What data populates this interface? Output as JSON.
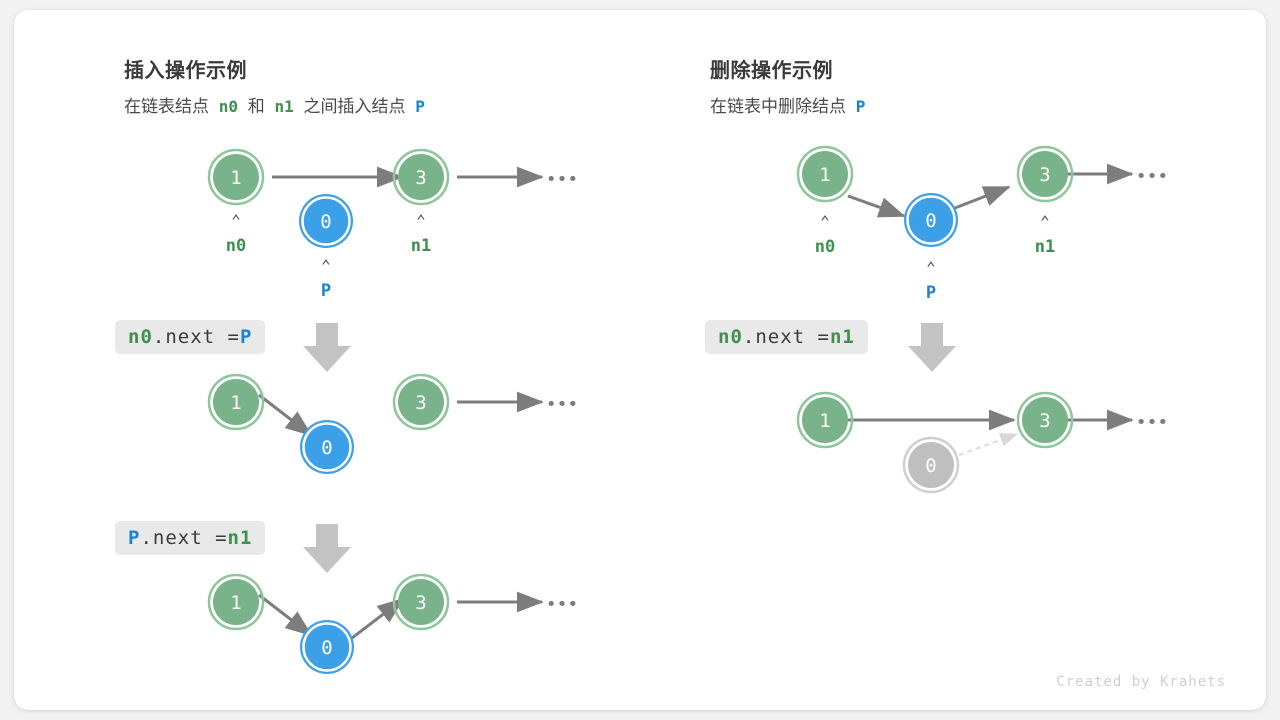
{
  "meta": {
    "watermark": "Created by Krahets",
    "colors": {
      "node_green_fill": "#79b389",
      "node_green_ring": "#8cc79a",
      "node_blue_fill": "#3ba0e8",
      "node_blue_ring": "#3ba0e8",
      "node_gray_fill": "#bfbfbf",
      "node_gray_ring": "#cfcfcf",
      "arrow_gray": "#7d7d7d",
      "label_green": "#3f8f50",
      "label_blue": "#1a82d2",
      "codebox_bg": "#e9e9e9",
      "card_bg": "#ffffff",
      "page_bg": "#f2f2f2"
    }
  },
  "panels": [
    {
      "id": "insert",
      "title": "插入操作示例",
      "subtitle": {
        "prefix": "在链表结点",
        "ref1": "n0",
        "mid": "和",
        "ref2": "n1",
        "suffix": "之间插入结点",
        "ref3": "P"
      },
      "steps": [
        {
          "id": "insert-step-1",
          "code": null,
          "nodes": [
            {
              "name": "node-1",
              "value": "1",
              "style": "green",
              "ptr": "n0",
              "ptr_color": "green"
            },
            {
              "name": "node-0",
              "value": "0",
              "style": "blue",
              "ptr": "P",
              "ptr_color": "blue"
            },
            {
              "name": "node-3",
              "value": "3",
              "style": "green",
              "ptr": "n1",
              "ptr_color": "green"
            }
          ],
          "ellipsis": "•••"
        },
        {
          "id": "insert-step-2",
          "code": {
            "tokens": [
              {
                "t": "n0",
                "c": "green"
              },
              {
                "t": ".next = ",
                "c": "plain"
              },
              {
                "t": "P",
                "c": "blue"
              }
            ]
          },
          "nodes": [
            {
              "name": "node-1",
              "value": "1",
              "style": "green"
            },
            {
              "name": "node-0",
              "value": "0",
              "style": "blue"
            },
            {
              "name": "node-3",
              "value": "3",
              "style": "green"
            }
          ],
          "ellipsis": "•••"
        },
        {
          "id": "insert-step-3",
          "code": {
            "tokens": [
              {
                "t": "P",
                "c": "blue"
              },
              {
                "t": ".next = ",
                "c": "plain"
              },
              {
                "t": "n1",
                "c": "green"
              }
            ]
          },
          "nodes": [
            {
              "name": "node-1",
              "value": "1",
              "style": "green"
            },
            {
              "name": "node-0",
              "value": "0",
              "style": "blue"
            },
            {
              "name": "node-3",
              "value": "3",
              "style": "green"
            }
          ],
          "ellipsis": "•••"
        }
      ]
    },
    {
      "id": "delete",
      "title": "删除操作示例",
      "subtitle": {
        "prefix": "在链表中删除结点",
        "ref1": "P"
      },
      "steps": [
        {
          "id": "delete-step-1",
          "code": null,
          "nodes": [
            {
              "name": "node-1",
              "value": "1",
              "style": "green",
              "ptr": "n0",
              "ptr_color": "green"
            },
            {
              "name": "node-0",
              "value": "0",
              "style": "blue",
              "ptr": "P",
              "ptr_color": "blue"
            },
            {
              "name": "node-3",
              "value": "3",
              "style": "green",
              "ptr": "n1",
              "ptr_color": "green"
            }
          ],
          "ellipsis": "•••"
        },
        {
          "id": "delete-step-2",
          "code": {
            "tokens": [
              {
                "t": "n0",
                "c": "green"
              },
              {
                "t": ".next = ",
                "c": "plain"
              },
              {
                "t": "n1",
                "c": "green"
              }
            ]
          },
          "nodes": [
            {
              "name": "node-1",
              "value": "1",
              "style": "green"
            },
            {
              "name": "node-0",
              "value": "0",
              "style": "gray"
            },
            {
              "name": "node-3",
              "value": "3",
              "style": "green"
            }
          ],
          "ellipsis": "•••"
        }
      ]
    }
  ],
  "text": {
    "left_title": "插入操作示例",
    "left_sub_prefix": "在链表结点",
    "left_sub_n0": "n0",
    "left_sub_mid": "和",
    "left_sub_n1": "n1",
    "left_sub_suffix": "之间插入结点",
    "left_sub_p": "P",
    "right_title": "删除操作示例",
    "right_sub_prefix": "在链表中删除结点",
    "right_sub_p": "P",
    "caret": "⌃",
    "ellipsis": "•••",
    "n0": "n0",
    "n1": "n1",
    "P": "P",
    "v1": "1",
    "v0": "0",
    "v3": "3",
    "code_l1_a": "n0",
    "code_l1_b": ".next = ",
    "code_l1_c": "P",
    "code_l2_a": "P",
    "code_l2_b": ".next = ",
    "code_l2_c": "n1",
    "code_r1_a": "n0",
    "code_r1_b": ".next = ",
    "code_r1_c": "n1",
    "watermark": "Created by Krahets"
  }
}
